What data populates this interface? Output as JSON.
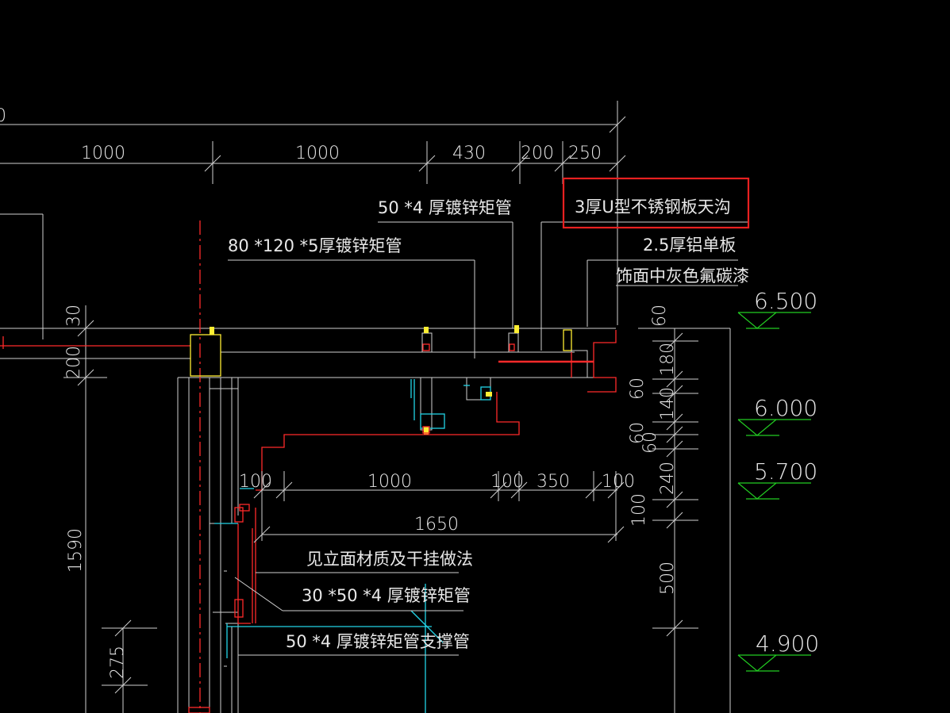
{
  "dimensions_top": {
    "d0": "1000",
    "d1": "1000",
    "d2": "430",
    "d3": "200",
    "d4": "250",
    "left_cut": "0"
  },
  "dimensions_left": {
    "v30": "30",
    "v200": "200",
    "v1590": "1590",
    "v275": "275"
  },
  "dimensions_bottom": {
    "b100a": "100",
    "b1000": "1000",
    "b100b": "100",
    "b350": "350",
    "b100c": "100",
    "b1650": "1650"
  },
  "dimensions_right": {
    "r60top": "60",
    "r180": "180",
    "r60": "60",
    "r140": "140",
    "r60b": "60",
    "r60c": "60",
    "r240": "240",
    "r100": "100",
    "r500": "500"
  },
  "elevations": {
    "e1": "6.500",
    "e2": "6.000",
    "e3": "5.700",
    "e4": "4.900"
  },
  "notes": {
    "n1": "50 *4 厚镀锌矩管",
    "n2": "80 *120 *5厚镀锌矩管",
    "n3": "3厚U型不锈钢板天沟",
    "n4": "2.5厚铝单板",
    "n5": "饰面中灰色氟碳漆",
    "n6": "见立面材质及干挂做法",
    "n7": "30 *50 *4 厚镀锌矩管",
    "n8": "50 *4 厚镀锌矩管支撑管"
  },
  "colors": {
    "background": "#000000",
    "linework": "#cfcfcf",
    "red_profile": "#ff2a2a",
    "yellow_member": "#ffee33",
    "cyan_member": "#22d4e6",
    "elevation_marker": "#22cc22",
    "highlight_box": "#e82020"
  }
}
